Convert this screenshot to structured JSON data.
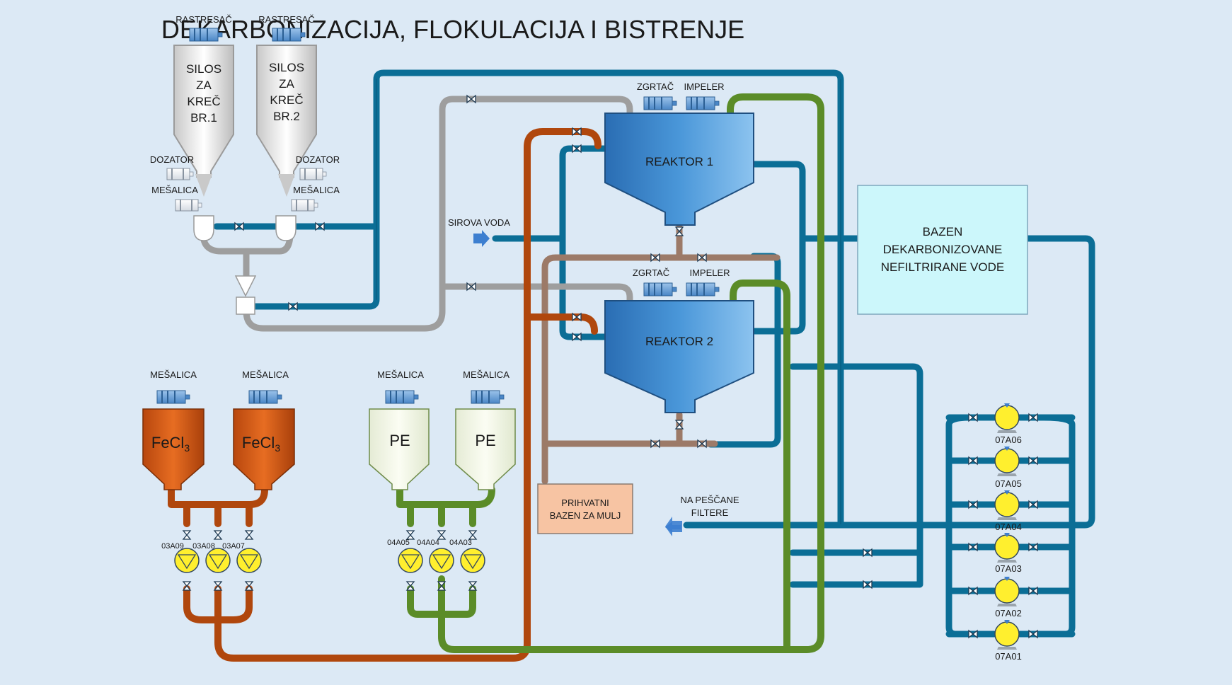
{
  "title": "DEKARBONIZACIJA, FLOKULACIJA I BISTRENJE",
  "colors": {
    "background": "#dce9f5",
    "water_pipe": "#0b6e96",
    "lime_pipe": "#9e9e9e",
    "sludge_pipe": "#9c7a68",
    "fecl3_pipe": "#b0470d",
    "pe_pipe": "#5b8c28",
    "reactor": "#3e8fd4",
    "pump": "#ffef2e",
    "pool": "#ccf7fb",
    "sludge_pool": "#f7c4a3"
  },
  "silos": {
    "top_label": "RASTRESAČ",
    "silo1_lines": [
      "SILOS",
      "ZA",
      "KREČ",
      "BR.1"
    ],
    "silo2_lines": [
      "SILOS",
      "ZA",
      "KREČ",
      "BR.2"
    ],
    "dozator": "DOZATOR",
    "mesalica": "MEŠALICA"
  },
  "reactors": {
    "r1_name": "REAKTOR 1",
    "r2_name": "REAKTOR 2",
    "zgrtac": "ZGRTAČ",
    "impeler": "IMPELER"
  },
  "raw_water": "SIROVA VODA",
  "pool": {
    "lines": [
      "BAZEN",
      "DEKARBONIZOVANE",
      "NEFILTRIRANE VODE"
    ]
  },
  "sludge_pool": {
    "lines": [
      "PRIHVATNI",
      "BAZEN ZA MULJ"
    ]
  },
  "filters": {
    "lines": [
      "NA PEŠČANE",
      "FILTERE"
    ]
  },
  "chemicals": {
    "mesalica": "MEŠALICA",
    "fecl3_base": "FeCl",
    "fecl3_sub": "3",
    "pe": "PE"
  },
  "pumps": {
    "fecl3": [
      "03A09",
      "03A08",
      "03A07"
    ],
    "pe": [
      "04A05",
      "04A04",
      "04A03"
    ],
    "main": [
      "07A06",
      "07A05",
      "07A04",
      "07A03",
      "07A02",
      "07A01"
    ]
  }
}
